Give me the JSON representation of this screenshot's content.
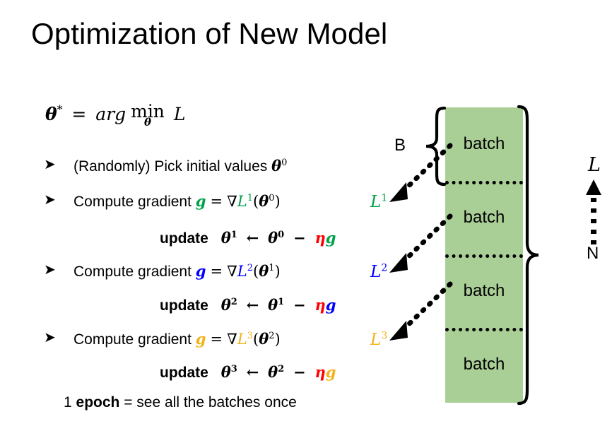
{
  "slide": {
    "title": "Optimization of New Model",
    "background_color": "#ffffff"
  },
  "colors": {
    "batch_green": "#A9CF97",
    "loss1_green": "#00A14B",
    "loss2_blue": "#0000FF",
    "loss3_amber": "#F2B318",
    "eta_red": "#FF0000",
    "text_black": "#000000"
  },
  "objective": {
    "theta_star": "θ",
    "star": "*",
    "equals": "=",
    "arg": "arg",
    "min": "min",
    "min_subscript": "θ",
    "loss": "L"
  },
  "steps": [
    {
      "bullet": "➤",
      "text_prefix": "(Randomly) Pick initial values ",
      "symbol": "θ",
      "superscript": "0"
    },
    {
      "bullet": "➤",
      "text_prefix": "Compute gradient ",
      "grad_symbol": "g",
      "equals": "=",
      "nabla": "∇",
      "loss": "L",
      "loss_superscript": "1",
      "arg_open": "(",
      "arg_theta": "θ",
      "arg_superscript": "0",
      "arg_close": ")",
      "color": "#00A14B",
      "loss_label": "L",
      "loss_label_superscript": "1"
    },
    {
      "bullet": "➤",
      "text_prefix": "Compute gradient ",
      "grad_symbol": "g",
      "equals": "=",
      "nabla": "∇",
      "loss": "L",
      "loss_superscript": "2",
      "arg_open": "(",
      "arg_theta": "θ",
      "arg_superscript": "1",
      "arg_close": ")",
      "color": "#0000FF",
      "loss_label": "L",
      "loss_label_superscript": "2"
    },
    {
      "bullet": "➤",
      "text_prefix": "Compute gradient ",
      "grad_symbol": "g",
      "equals": "=",
      "nabla": "∇",
      "loss": "L",
      "loss_superscript": "3",
      "arg_open": "(",
      "arg_theta": "θ",
      "arg_superscript": "2",
      "arg_close": ")",
      "color": "#F2B318",
      "loss_label": "L",
      "loss_label_superscript": "3"
    }
  ],
  "updates": [
    {
      "label": "update",
      "theta_new": "θ",
      "theta_new_sup": "1",
      "arrow": "←",
      "theta_old": "θ",
      "theta_old_sup": "0",
      "minus": "−",
      "eta": "η",
      "grad": "g",
      "grad_color": "#00A14B",
      "eta_color": "#FF0000"
    },
    {
      "label": "update",
      "theta_new": "θ",
      "theta_new_sup": "2",
      "arrow": "←",
      "theta_old": "θ",
      "theta_old_sup": "1",
      "minus": "−",
      "eta": "η",
      "grad": "g",
      "grad_color": "#0000FF",
      "eta_color": "#FF0000"
    },
    {
      "label": "update",
      "theta_new": "θ",
      "theta_new_sup": "3",
      "arrow": "←",
      "theta_old": "θ",
      "theta_old_sup": "2",
      "minus": "−",
      "eta": "η",
      "grad": "g",
      "grad_color": "#F2B318",
      "eta_color": "#FF0000"
    }
  ],
  "epoch_note": {
    "count": "1",
    "term": "epoch",
    "rest": " = see all the batches once"
  },
  "diagram": {
    "batches": [
      "batch",
      "batch",
      "batch",
      "batch"
    ],
    "batch_size_label": "B",
    "dataset_size_label": "N",
    "loss_axis_label": "L",
    "column_color": "#A9CF97",
    "brace_left": "}",
    "brace_right": "}"
  }
}
